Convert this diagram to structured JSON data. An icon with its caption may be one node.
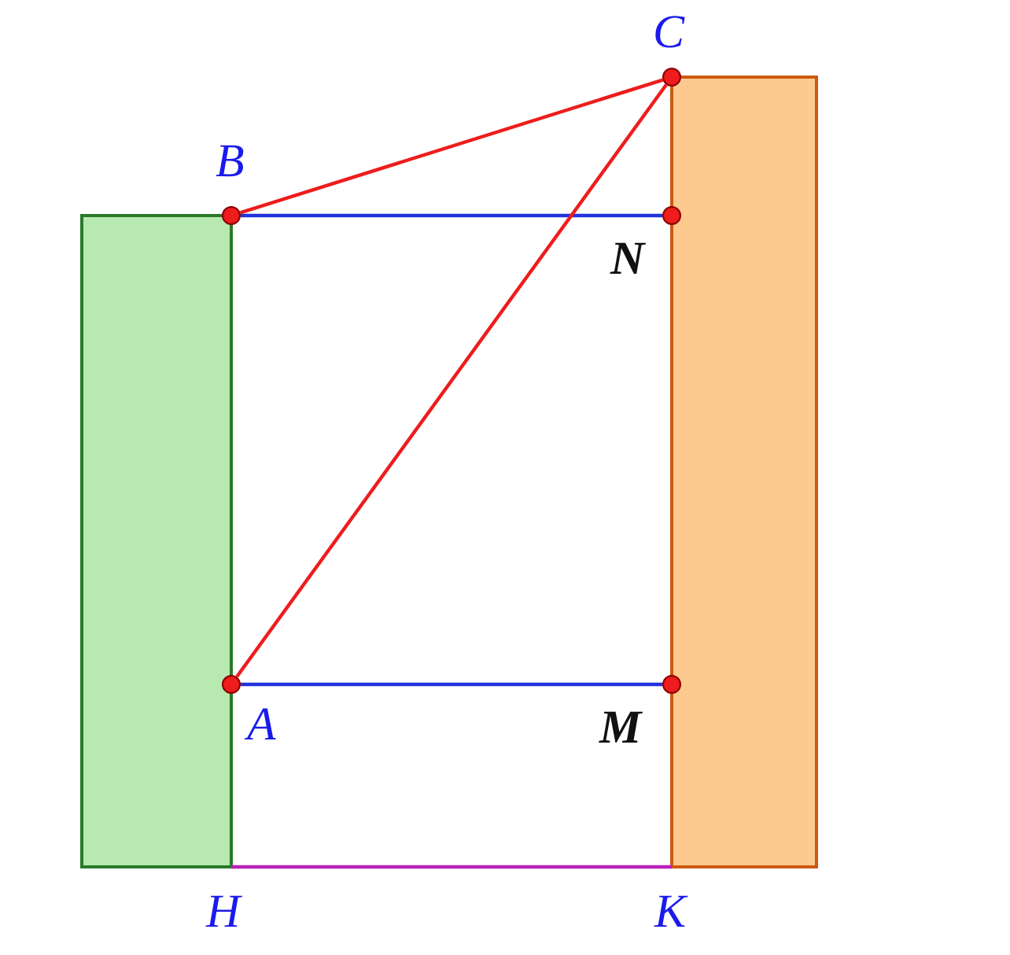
{
  "diagram": {
    "nodes": [
      {
        "text": [
          "B"
        ]
      },
      {
        "text": [
          "C"
        ]
      },
      {
        "text": [
          "N"
        ]
      },
      {
        "text": [
          "A"
        ]
      },
      {
        "text": [
          "M"
        ]
      },
      {
        "text": [
          "H"
        ]
      },
      {
        "text": [
          "K"
        ]
      },
      {
        "text": [],
        "shape": "box"
      },
      {
        "text": [],
        "shape": "box"
      }
    ],
    "edges": [
      {
        "from": 0,
        "to": 1,
        "arrow": "none",
        "color": "#ee1c1c"
      },
      {
        "from": 0,
        "to": 2,
        "arrow": "none",
        "color": "#2233dd"
      },
      {
        "from": 1,
        "to": 3,
        "arrow": "none",
        "color": "#ee1c1c"
      },
      {
        "from": 3,
        "to": 4,
        "arrow": "none",
        "color": "#2233dd"
      },
      {
        "from": 5,
        "to": 6,
        "arrow": "none",
        "color": "#bb22bb"
      }
    ]
  }
}
